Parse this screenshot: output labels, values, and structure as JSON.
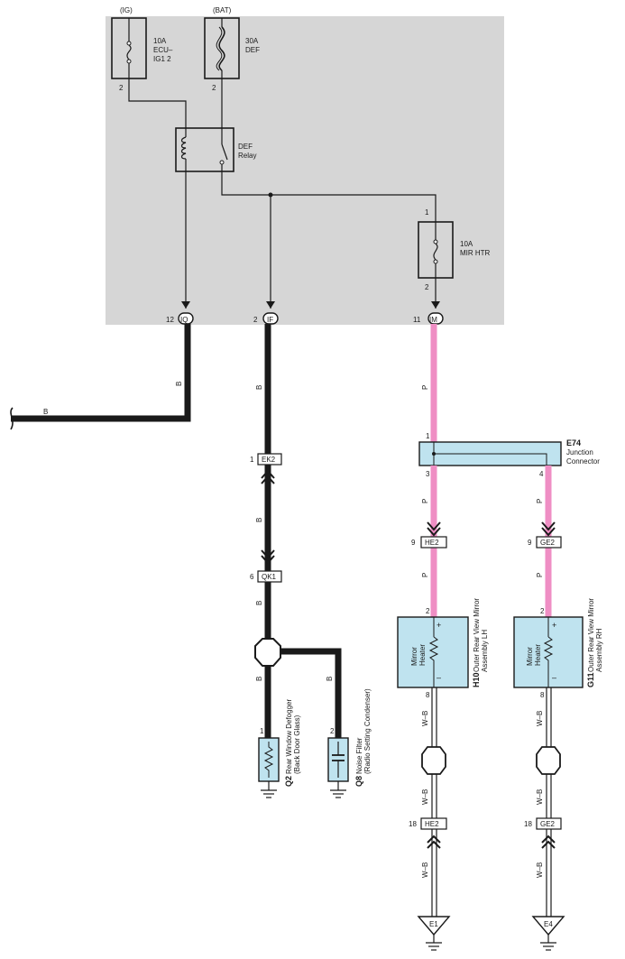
{
  "colors": {
    "panel": "#d6d6d6",
    "wire_black": "#1a1a1a",
    "wire_pink": "#ef8ec4",
    "component_fill": "#bfe3ef"
  },
  "top": {
    "ig_label": "(IG)",
    "bat_label": "(BAT)",
    "fuse_ecu": [
      "10A",
      "ECU–",
      "IG1 2"
    ],
    "fuse_def": [
      "30A",
      "DEF"
    ],
    "pin_2": "2",
    "relay_label": [
      "DEF",
      "Relay"
    ],
    "fuse_mir_pin_top": "1",
    "fuse_mir_pin_bottom": "2",
    "fuse_mir": [
      "10A",
      "MIR HTR"
    ]
  },
  "panel_connectors": [
    {
      "pin": "12",
      "code": "IQ"
    },
    {
      "pin": "2",
      "code": "IF"
    },
    {
      "pin": "11",
      "code": "IM"
    }
  ],
  "wire_labels": {
    "b": "B",
    "p": "P",
    "wb": "W–B"
  },
  "inline_connectors": {
    "ek2": {
      "pin": "1",
      "code": "EK2"
    },
    "qk1": {
      "pin": "6",
      "code": "QK1"
    },
    "he2_top": {
      "pin": "9",
      "code": "HE2"
    },
    "ge2_top": {
      "pin": "9",
      "code": "GE2"
    },
    "he2_bottom": {
      "pin": "18",
      "code": "HE2"
    },
    "ge2_bottom": {
      "pin": "18",
      "code": "GE2"
    }
  },
  "junction": {
    "id": "E74",
    "name": [
      "Junction",
      "Connector"
    ],
    "pin_in": "1",
    "pin_out_left": "3",
    "pin_out_right": "4"
  },
  "components": {
    "q2": {
      "id": "Q2",
      "name": [
        "Rear Window Defogger",
        "(Back Door Glass)"
      ],
      "pin": "1"
    },
    "q8": {
      "id": "Q8",
      "name": [
        "Noise Filter",
        "(Radio Setting Condenser)"
      ],
      "pin": "2"
    },
    "h10": {
      "id": "H10",
      "name": [
        "Outer Rear View Mirror",
        "Assembly LH"
      ],
      "inner": [
        "Mirror",
        "Heater"
      ],
      "pin_top": "2",
      "pin_bottom": "8"
    },
    "g11": {
      "id": "G11",
      "name": [
        "Outer Rear View Mirror",
        "Assembly RH"
      ],
      "inner": [
        "Mirror",
        "Heater"
      ],
      "pin_top": "2",
      "pin_bottom": "8"
    }
  },
  "polarity": {
    "plus": "+",
    "minus": "–"
  },
  "grounds": {
    "e1": "E1",
    "e4": "E4"
  }
}
